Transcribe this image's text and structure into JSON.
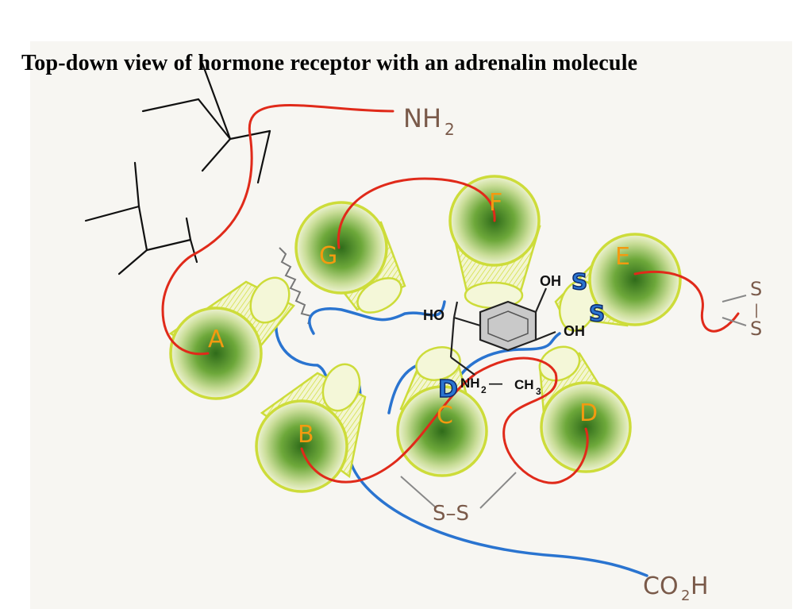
{
  "title": "Top-down view of hormone receptor with an adrenalin molecule",
  "helices": [
    {
      "label": "A"
    },
    {
      "label": "B"
    },
    {
      "label": "C"
    },
    {
      "label": "D"
    },
    {
      "label": "E"
    },
    {
      "label": "F"
    },
    {
      "label": "G"
    }
  ],
  "termini": {
    "n_prefix": "NH",
    "n_sub": "2",
    "c_prefix": "CO",
    "c_sub": "2",
    "c_suffix": "H"
  },
  "disulfide": {
    "bottom": "S–S",
    "s_letter": "S",
    "bond": "|"
  },
  "molecule": {
    "ho": "HO",
    "oh_top": "OH",
    "oh_bottom": "OH",
    "nh": "NH",
    "nh_sub": "2",
    "dash": "—",
    "ch": "CH",
    "ch_sub": "3",
    "d_label": "D"
  },
  "colors": {
    "helix_rim": "#cddc3a",
    "helix_center": "#2f6b1a",
    "loop_outer": "#e02a1a",
    "loop_inner": "#2a74d0",
    "label_orange": "#f39a10",
    "label_blue": "#2a74d0",
    "terminus_text": "#7a5a4a"
  }
}
